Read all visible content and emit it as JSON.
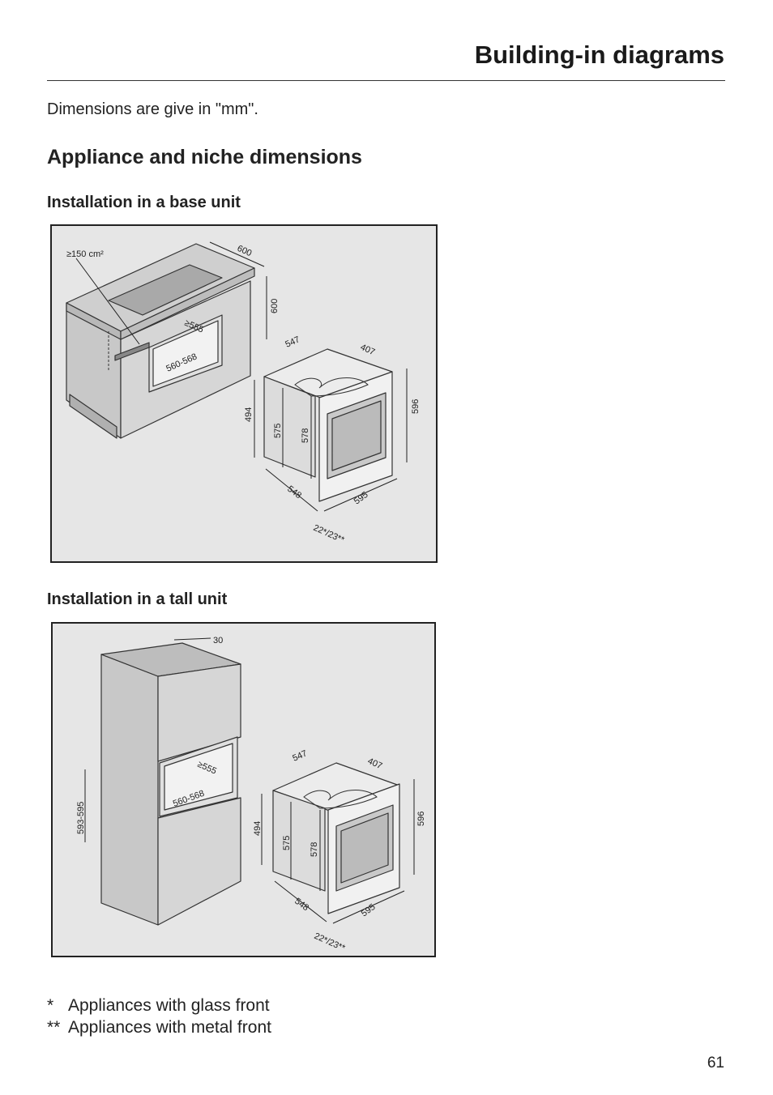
{
  "header": {
    "title": "Building-in diagrams"
  },
  "intro_text": "Dimensions are give in \"mm\".",
  "section": {
    "heading": "Appliance and niche dimensions",
    "base_unit": {
      "heading": "Installation in a base unit",
      "labels": {
        "vent": "≥150 cm²",
        "worktop_depth": "600",
        "worktop_height": "600",
        "niche_depth": "≥555",
        "niche_width": "560-568",
        "oven_depth": "547",
        "oven_panel": "407",
        "front_height": "596",
        "side_height": "494",
        "inner_height": "575",
        "body_height": "578",
        "body_width": "548",
        "front_width": "595",
        "front_thickness": "22*/23**"
      }
    },
    "tall_unit": {
      "heading": "Installation in a tall unit",
      "labels": {
        "back_gap": "30",
        "niche_height": "593-595",
        "niche_depth": "≥555",
        "niche_width": "560-568",
        "oven_depth": "547",
        "oven_panel": "407",
        "front_height": "596",
        "side_height": "494",
        "inner_height": "575",
        "body_height": "578",
        "body_width": "548",
        "front_width": "595",
        "front_thickness": "22*/23**"
      }
    }
  },
  "footnotes": [
    {
      "mark": "*",
      "text": "Appliances with glass front"
    },
    {
      "mark": "**",
      "text": "Appliances with metal front"
    }
  ],
  "page_number": "61"
}
